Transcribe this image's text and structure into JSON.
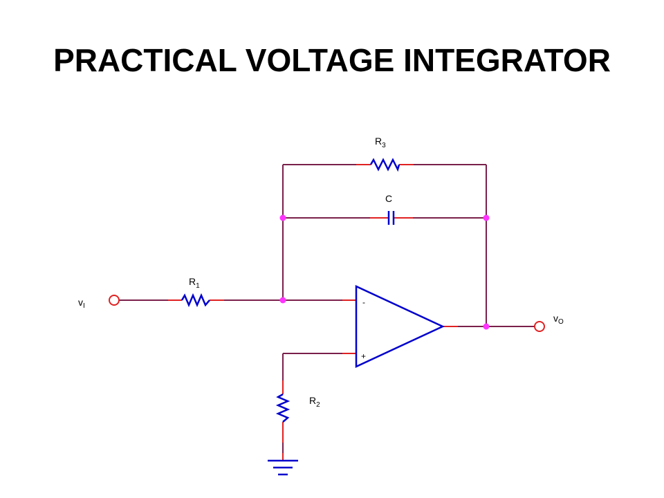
{
  "title": "PRACTICAL VOLTAGE INTEGRATOR",
  "labels": {
    "r1": {
      "main": "R",
      "sub": "1"
    },
    "r2": {
      "main": "R",
      "sub": "2"
    },
    "r3": {
      "main": "R",
      "sub": "3"
    },
    "c": "C",
    "vi": {
      "main": "v",
      "sub": "I"
    },
    "vo": {
      "main": "v",
      "sub": "O"
    },
    "opamp_minus": "-",
    "opamp_plus": "+"
  },
  "colors": {
    "wire": "#7a1f4a",
    "component": "#0000cc",
    "lead": "#e02020",
    "node": "#ff33ff"
  }
}
